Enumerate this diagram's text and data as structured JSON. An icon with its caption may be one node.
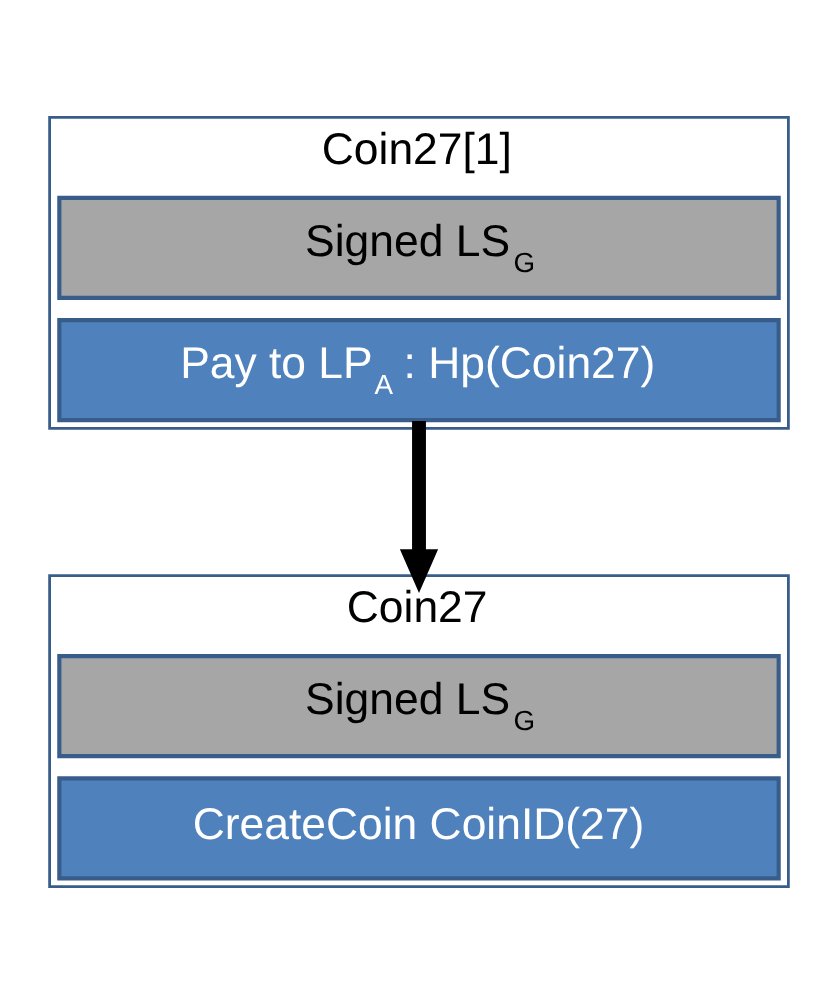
{
  "diagram": {
    "nodes": [
      {
        "text": [
          "Coin27[1]"
        ]
      },
      {
        "text": [
          "Signed LS$_{G}$"
        ],
        "in": 0
      },
      {
        "text": [
          "Pay to LP$_{A}$ : Hp(Coin27)"
        ],
        "in": 0
      },
      {
        "text": [
          "Coin27"
        ]
      },
      {
        "text": [
          "Signed LS$_{G}$"
        ],
        "in": 3
      },
      {
        "text": [
          "CreateCoin CoinID(27)"
        ],
        "in": 3
      }
    ],
    "edges": [
      {
        "from": 2,
        "to": 3,
        "arrow": "to"
      }
    ]
  }
}
